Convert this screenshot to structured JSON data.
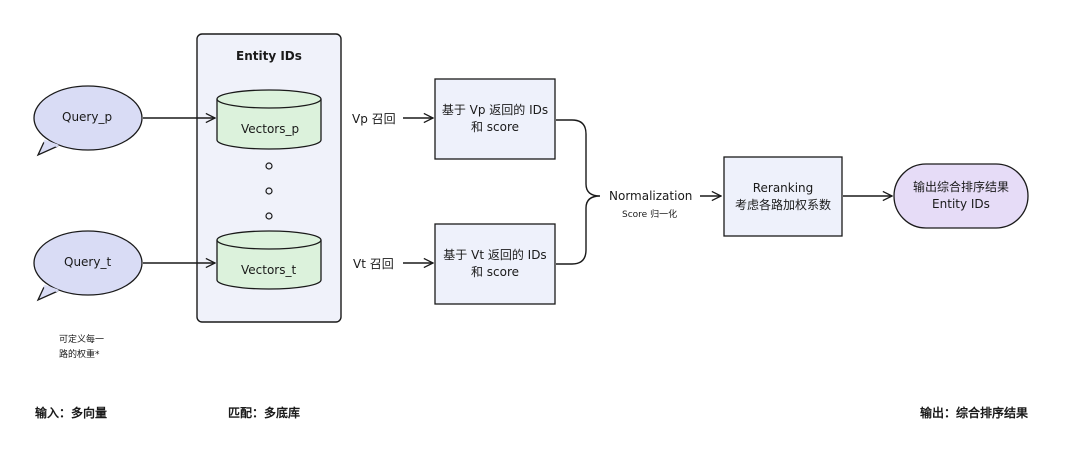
{
  "inputs": {
    "query_p": "Query_p",
    "query_t": "Query_t",
    "weight_note_line1": "可定义每一",
    "weight_note_line2": "路的权重*"
  },
  "database": {
    "title": "Entity IDs",
    "vectors_p": "Vectors_p",
    "vectors_t": "Vectors_t"
  },
  "recall": {
    "vp_label": "Vp 召回",
    "vt_label": "Vt 召回",
    "box_p_line1": "基于 Vp 返回的 IDs",
    "box_p_line2": "和 score",
    "box_t_line1": "基于 Vt 返回的 IDs",
    "box_t_line2": "和 score"
  },
  "normalization": {
    "label": "Normalization",
    "sublabel": "Score 归一化"
  },
  "reranking": {
    "line1": "Reranking",
    "line2": "考虑各路加权系数"
  },
  "output": {
    "line1": "输出综合排序结果",
    "line2": "Entity IDs"
  },
  "captions": {
    "input": "输入：多向量",
    "match": "匹配：多底库",
    "output": "输出：综合排序结果"
  },
  "colors": {
    "query_fill": "#d9dcf5",
    "vector_fill": "#dcf2dc",
    "db_fill": "#f0f2fa",
    "box_fill": "#eef1fb",
    "output_fill": "#e6dcf7",
    "stroke": "#1a1a1a"
  }
}
